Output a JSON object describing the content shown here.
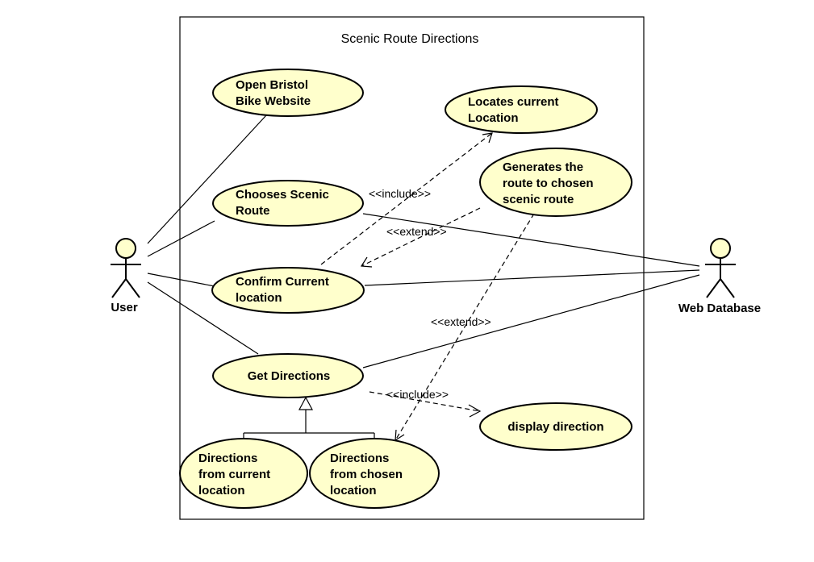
{
  "system": {
    "title": "Scenic Route Directions"
  },
  "actors": {
    "user": "User",
    "web_database": "Web Database"
  },
  "use_cases": {
    "open_website": [
      "Open Bristol",
      "Bike Website"
    ],
    "locates_location": [
      "Locates current",
      "Location"
    ],
    "generates_route": [
      "Generates the",
      "route to chosen",
      "scenic route"
    ],
    "chooses_scenic": [
      "Chooses Scenic",
      "Route"
    ],
    "confirm_location": [
      "Confirm Current",
      "location"
    ],
    "get_directions": [
      "Get Directions"
    ],
    "display_direction": [
      "display direction"
    ],
    "from_current": [
      "Directions",
      "from current",
      "location"
    ],
    "from_chosen": [
      "Directions",
      "from chosen",
      "location"
    ]
  },
  "relations": {
    "include_locate": "<<include>>",
    "extend_confirm": "<<extend>>",
    "extend_chosen": "<<extend>>",
    "include_display": "<<include>>"
  },
  "colors": {
    "use_case_fill": "#ffffcc",
    "line": "#000000",
    "background": "#ffffff"
  }
}
